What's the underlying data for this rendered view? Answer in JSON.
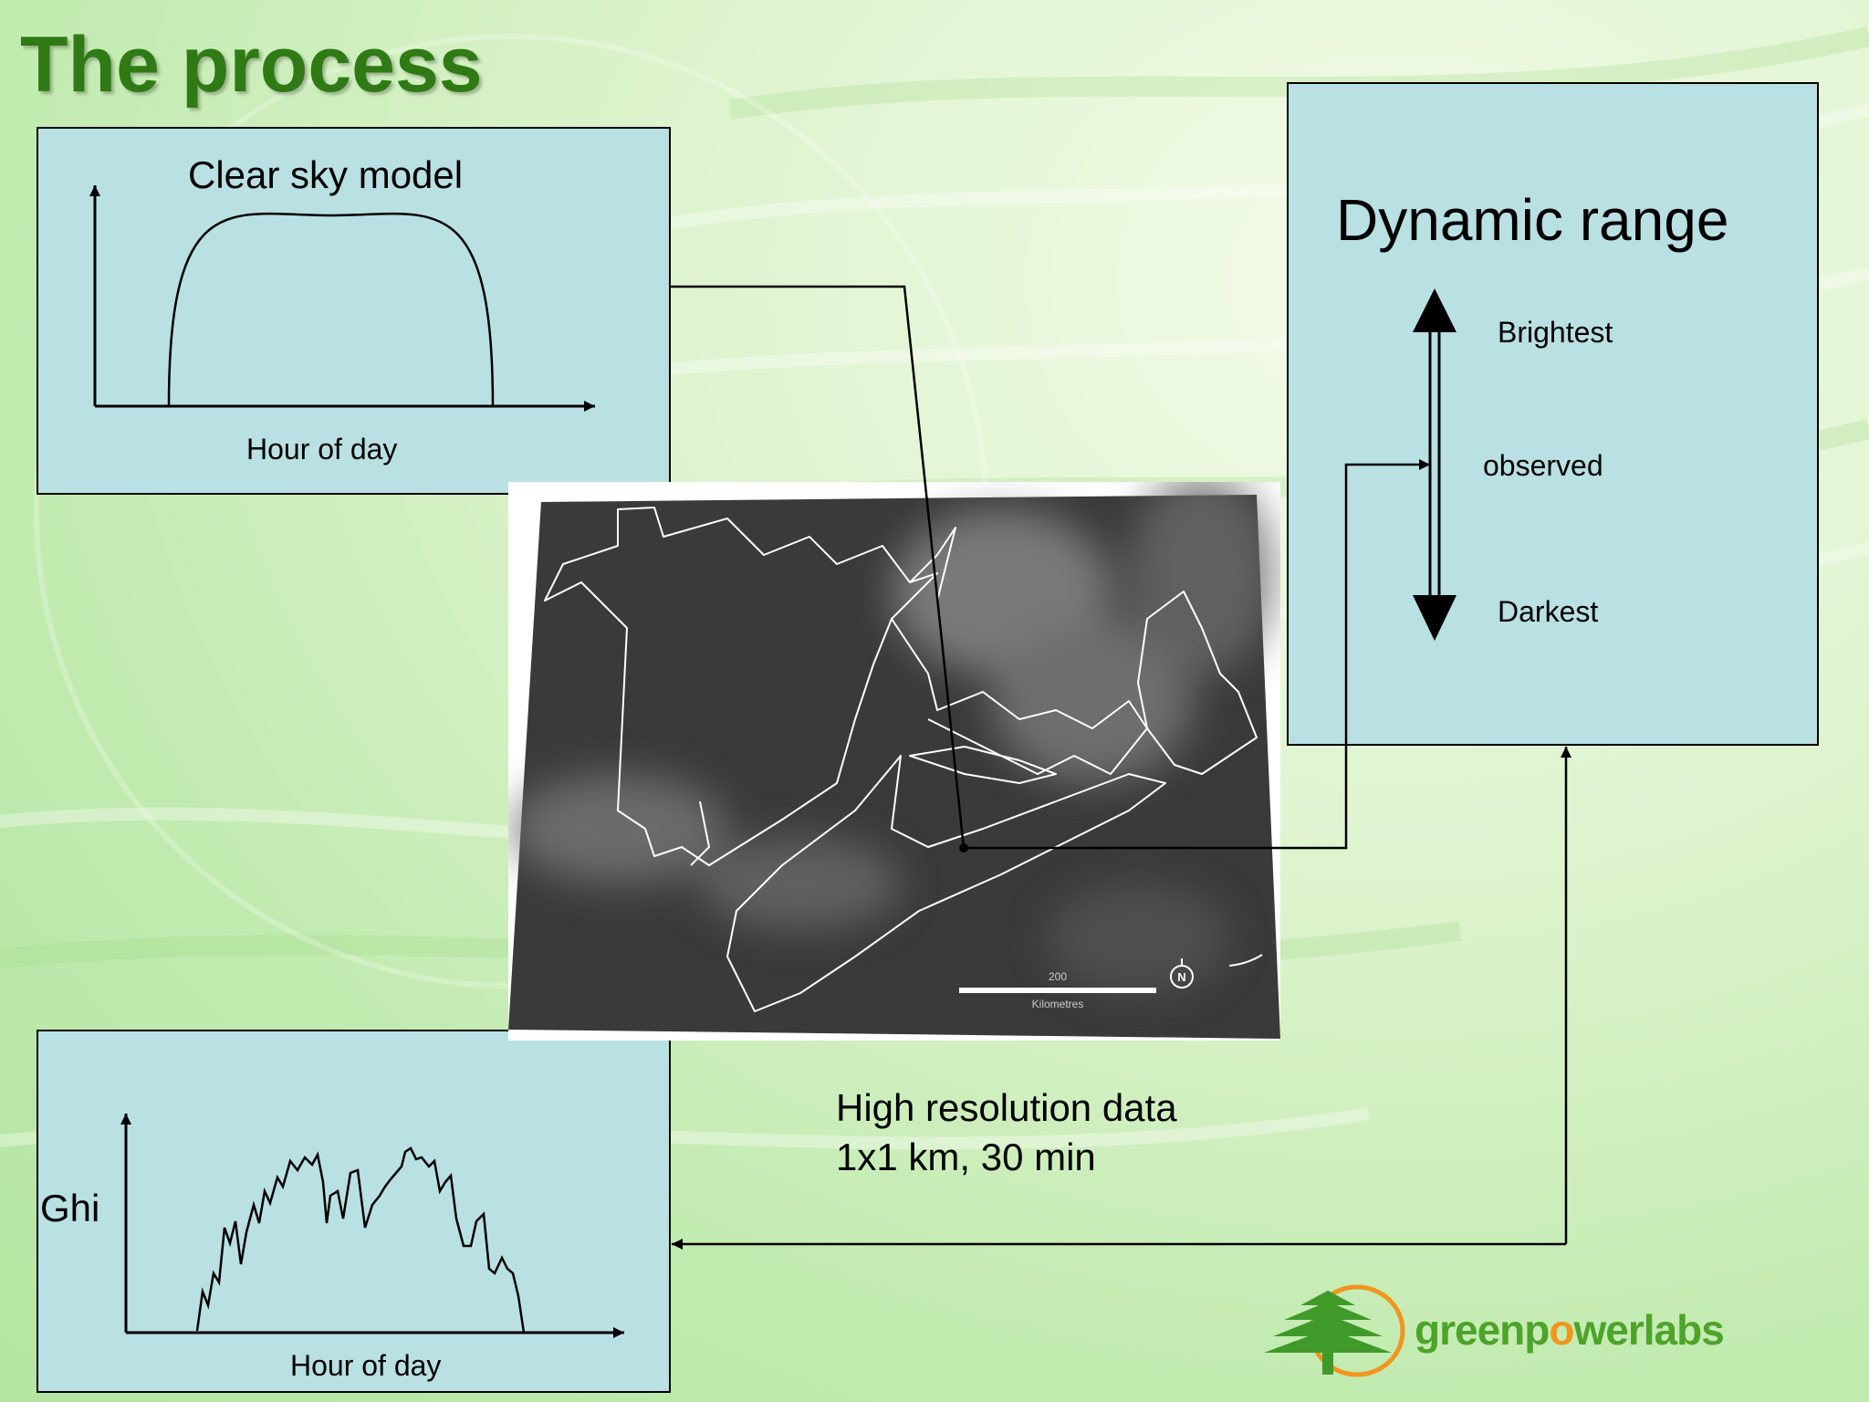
{
  "title": "The process",
  "clear_sky": {
    "title": "Clear sky model",
    "xlabel": "Hour of day"
  },
  "ghi_plot": {
    "ylabel": "Ghi",
    "xlabel": "Hour of day"
  },
  "dynamic_range": {
    "title": "Dynamic range",
    "brightest": "Brightest",
    "observed": "observed",
    "darkest": "Darkest"
  },
  "map": {
    "scale_value": "200",
    "scale_unit": "Kilometres",
    "north_label": "N"
  },
  "caption": {
    "line1": "High resolution data",
    "line2": "1x1 km, 30 min"
  },
  "logo": {
    "green": "green",
    "p": "p",
    "o": "o",
    "rest": "werlabs"
  },
  "colors": {
    "title_green": "#2f7a14",
    "box_fill": "#b9e0e2",
    "logo_green": "#4ea32a",
    "logo_orange": "#f0961e"
  }
}
